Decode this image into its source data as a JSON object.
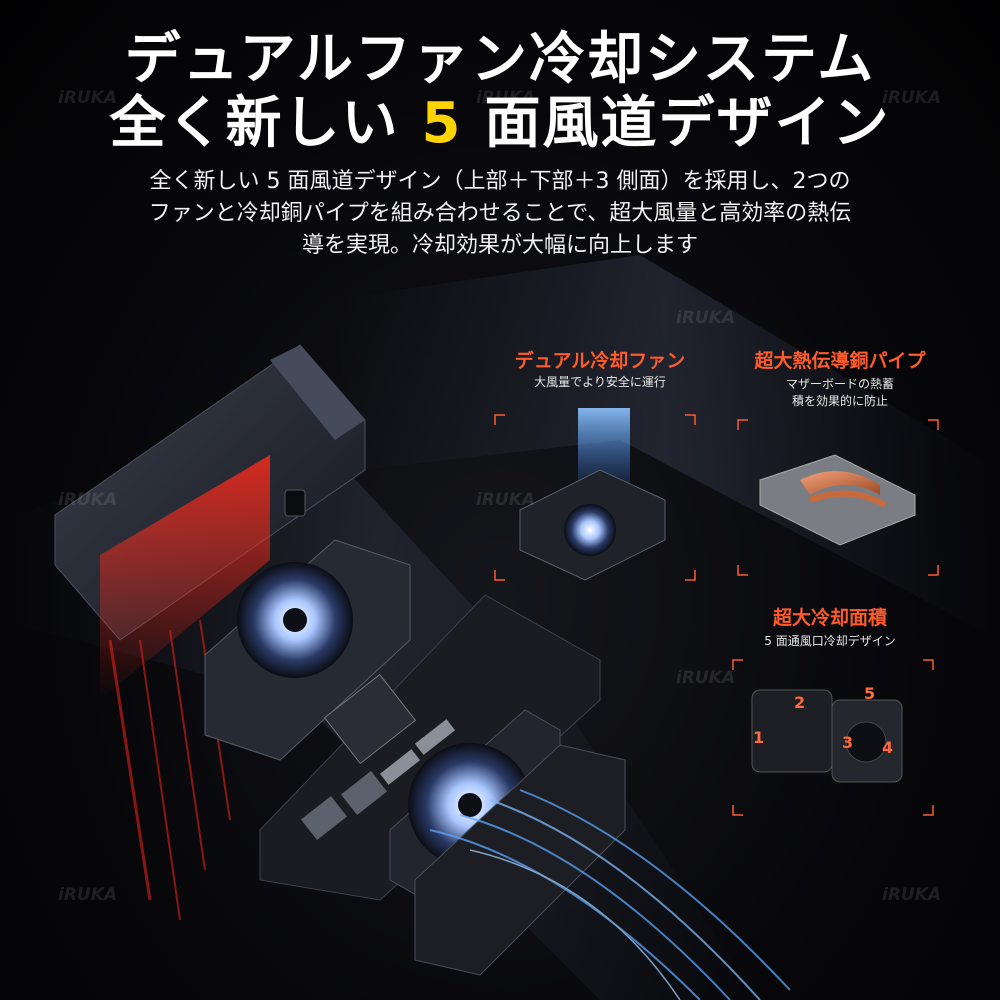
{
  "heading": {
    "line1": "デュアルファン冷却システム",
    "line2_pre": "全く新しい",
    "line2_num": "5",
    "line2_post": "面風道デザイン"
  },
  "description": {
    "line1": "全く新しい 5 面風道デザイン（上部＋下部＋3 側面）を採用し、2つの",
    "line2": "ファンと冷却銅パイプを組み合わせることで、超大風量と高効率の熱伝",
    "line3": "導を実現。冷却効果が大幅に向上します"
  },
  "features": {
    "fan": {
      "title": "デュアル冷却ファン",
      "sub": "大風量でより安全に運行"
    },
    "pipe": {
      "title": "超大熱伝導銅パイプ",
      "sub1": "マザーボードの熱蓄",
      "sub2": "積を効果的に防止"
    },
    "area": {
      "title": "超大冷却面積",
      "sub": "5 面通風口冷却デザイン"
    }
  },
  "faces": [
    "1",
    "2",
    "3",
    "4",
    "5"
  ],
  "watermark": "iRUKA",
  "colors": {
    "accent_yellow": "#ffd400",
    "accent_orange": "#ff5a2a",
    "airflow_blue": "#5aa8ff",
    "hot_red": "#e0201a"
  }
}
